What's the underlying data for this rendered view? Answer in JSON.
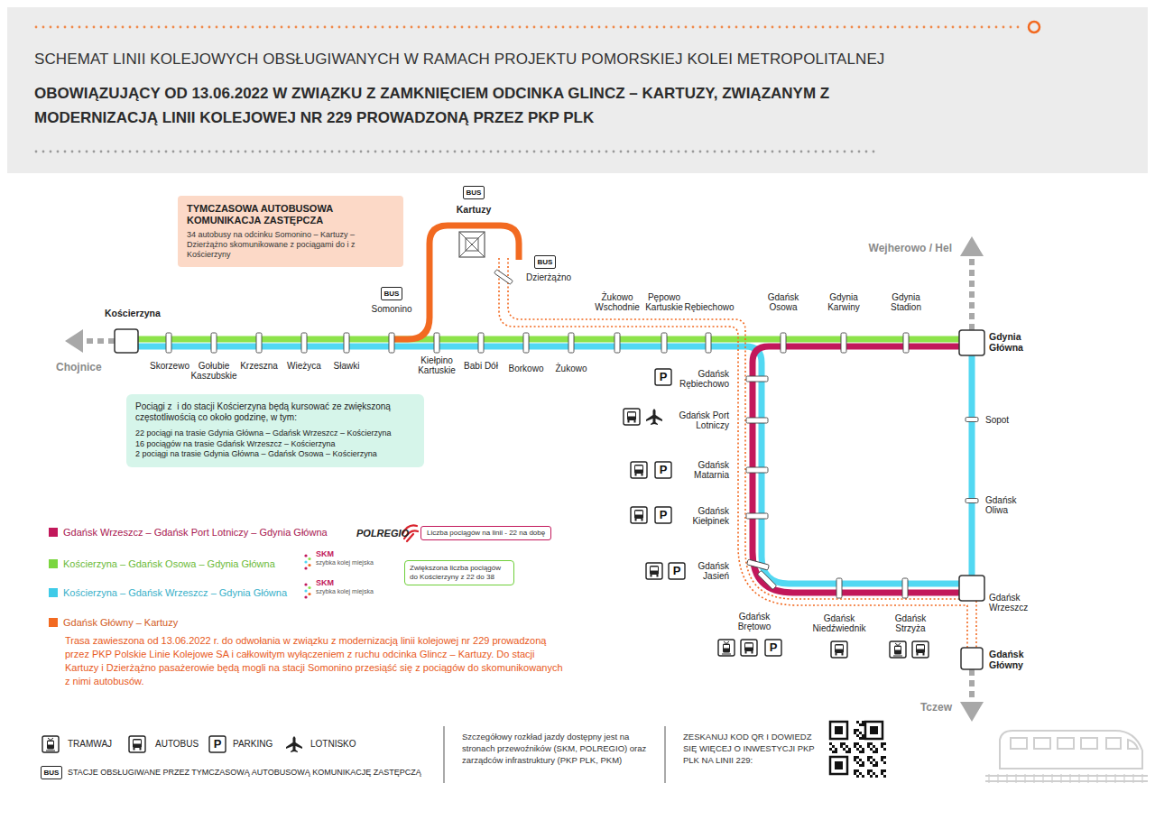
{
  "diagram": {
    "title": "SCHEMAT LINII KOLEJOWYCH OBSŁUGIWANYCH W RAMACH PROJEKTU POMORSKIEJ KOLEI METROPOLITALNEJ",
    "nodes": [
      {
        "text": [
          "TYMCZASOWA AUTOBUSOWA KOMUNIKACJA ZASTĘPCZA",
          "34 autobusy na odcinku Somonino – Kartuzy – Dzierżążno skomunikowane z pociągami do i z Kościerzyny"
        ]
      },
      {
        "text": [
          "BUS"
        ]
      },
      {
        "text": [
          "BUS"
        ]
      },
      {
        "text": [
          "BUS"
        ]
      },
      {
        "text": [
          "Pociągi z  i do stacji Kościerzyna będą kursować ze zwiększoną częstotliwością co około godzinę, w tym:",
          "22 pociągi na trasie Gdynia Główna – Gdańsk Wrzeszcz – Kościerzyna",
          "16 pociągów na trasie Gdańsk Wrzeszcz – Kościerzyna",
          "2 pociągi na trasie Gdynia Główna – Gdańsk Osowa – Kościerzyna"
        ]
      },
      {
        "text": [
          "Liczba pociągów na linii - 22 na dobę"
        ]
      },
      {
        "text": [
          "Zwiększona liczba pociągów do Kościerzyny z 22 do 38"
        ]
      },
      {
        "text": [
          "BUS"
        ]
      }
    ],
    "labels": [
      "OBOWIĄZUJĄCY OD 13.06.2022 W ZWIĄZKU Z ZAMKNIĘCIEM ODCINKA GLINCZ – KARTUZY, ZWIĄZANYM Z MODERNIZACJĄ LINII KOLEJOWEJ NR 229 PROWADZONĄ PRZEZ PKP PLK",
      "Kartuzy",
      "Dzierżążno",
      "Somonino",
      "Kościerzyna",
      "Chojnice",
      "Skorzewo",
      "Gołubie Kaszubskie",
      "Krzeszna",
      "Wieżyca",
      "Sławki",
      "Kiełpino Kartuskie",
      "Babi Dół",
      "Borkowo",
      "Żukowo",
      "Żukowo Wschodnie",
      "Pępowo Kartuskie",
      "Rębiechowo",
      "Gdańsk Osowa",
      "Gdynia Karwiny",
      "Gdynia Stadion",
      "Wejherowo / Hel",
      "Gdynia Główna",
      "Sopot",
      "Gdańsk Oliwa",
      "Gdańsk Wrzeszcz",
      "Gdańsk Główny",
      "Tczew",
      "Gdańsk Rębiechowo",
      "Gdańsk Port Lotniczy",
      "Gdańsk Matarnia",
      "Gdańsk Kiełpinek",
      "Gdańsk Jasień",
      "Gdańsk Brętowo",
      "Gdańsk Niedźwiednik",
      "Gdańsk Strzyża",
      "P",
      "P",
      "P",
      "P",
      "P",
      "P",
      "POLREGIO",
      "SKM",
      "szybka kolej miejska",
      "SKM",
      "szybka kolej miejska",
      "Trasa zawieszona od 13.06.2022 r. do odwołania w związku z modernizacją linii kolejowej nr 229 prowadzoną przez PKP Polskie Linie Kolejowe SA i całkowitym wyłączeniem z ruchu odcinka Glincz – Kartuzy. Do stacji Kartuzy i Dzierżążno pasażerowie będą mogli na stacji Somonino przesiąść się z pociągów do skomunikowanych z nimi autobusów.",
      "Szczegółowy rozkład jazdy dostępny jest na stronach przewoźników (SKM, POLREGIO) oraz zarządców infrastruktury (PKP PLK, PKM)",
      "ZESKANUJ KOD QR I DOWIEDZ SIĘ WIĘCEJ O INWESTYCJI PKP PLK NA LINII 229:"
    ],
    "legend": [
      {
        "text": "Gdańsk Wrzeszcz – Gdańsk Port Lotniczy – Gdynia Główna",
        "color": "#c2185b"
      },
      {
        "text": "Kościerzyna – Gdańsk Osowa – Gdynia Główna",
        "color": "#7bd63f"
      },
      {
        "text": "Kościerzyna – Gdańsk Wrzeszcz – Gdynia Główna",
        "color": "#3fcbe8"
      },
      {
        "text": "Gdańsk Główny – Kartuzy",
        "color": "#f26a21"
      },
      {
        "text": "TRAMWAJ"
      },
      {
        "text": "AUTOBUS"
      },
      {
        "text": "PARKING"
      },
      {
        "text": "LOTNISKO"
      },
      {
        "text": "STACJE OBSŁUGIWANE PRZEZ TYMCZASOWĄ AUTOBUSOWĄ KOMUNIKACJĘ ZASTĘPCZĄ"
      }
    ]
  }
}
